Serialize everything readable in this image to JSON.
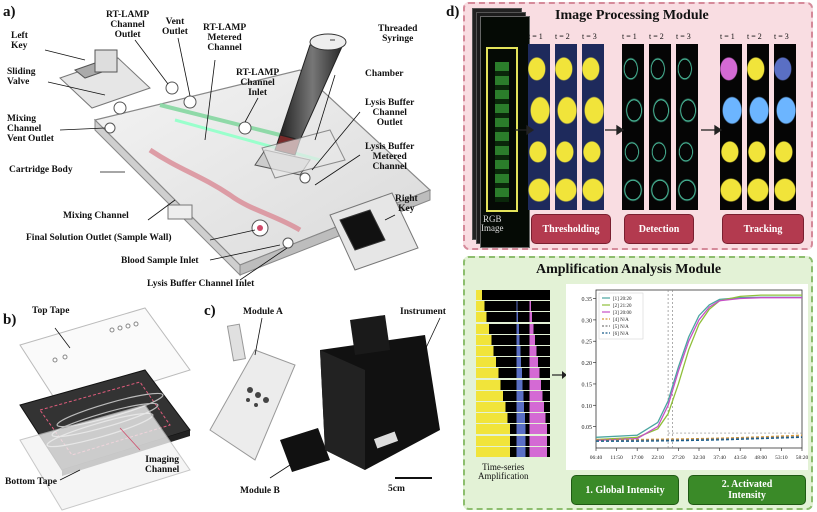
{
  "panel_a": {
    "label": "a)",
    "callouts": {
      "left_key": "Left\nKey",
      "rt_lamp_channel_outlet": "RT-LAMP\nChannel\nOutlet",
      "vent_outlet": "Vent\nOutlet",
      "rt_lamp_metered_channel": "RT-LAMP\nMetered\nChannel",
      "threaded_syringe": "Threaded\nSyringe",
      "sliding_valve": "Sliding\nValve",
      "chamber": "Chamber",
      "rt_lamp_channel_inlet": "RT-LAMP\nChannel\nInlet",
      "mixing_channel_vent_outlet": "Mixing\nChannel\nVent Outlet",
      "lysis_buffer_channel_outlet": "Lysis Buffer\nChannel\nOutlet",
      "lysis_buffer_metered_channel": "Lysis Buffer\nMetered\nChannel",
      "cartridge_body": "Cartridge Body",
      "mixing_channel": "Mixing Channel",
      "right_key": "Right\nKey",
      "final_solution_outlet": "Final Solution Outlet (Sample Wall)",
      "blood_sample_inlet": "Blood Sample Inlet",
      "lysis_buffer_channel_inlet": "Lysis Buffer Channel Inlet"
    }
  },
  "panel_b": {
    "label": "b)",
    "top_tape": "Top Tape",
    "bottom_tape": "Bottom Tape",
    "imaging_channel": "Imaging\nChannel"
  },
  "panel_c": {
    "label": "c)",
    "module_a": "Module A",
    "module_b": "Module B",
    "instrument": "Instrument",
    "scale_bar": "5cm"
  },
  "panel_d": {
    "label": "d)",
    "title": "Image Processing Module",
    "rgb_image": "RGB\nImage",
    "time_labels": [
      "t = 1",
      "t = 2",
      "t = 3"
    ],
    "steps": [
      "Thresholding",
      "Detection",
      "Tracking"
    ]
  },
  "amplification": {
    "title": "Amplification Analysis Module",
    "time_series_label": "Time-series\nAmplification",
    "buttons": [
      "1. Global Intensity",
      "2. Activated\nIntensity"
    ]
  },
  "chart_data": {
    "type": "line",
    "x_ticks": [
      "06:40",
      "11:50",
      "17:00",
      "22:10",
      "27:20",
      "32:30",
      "37:40",
      "43:50",
      "48:00",
      "53:10",
      "58:20"
    ],
    "y_ticks": [
      0.05,
      0.1,
      0.15,
      0.2,
      0.25,
      0.3,
      0.35
    ],
    "ylim": [
      0.0,
      0.37
    ],
    "xlim": [
      0,
      10
    ],
    "series": [
      {
        "name": "[1] 20:20",
        "color": "#4aa5a0",
        "style": "solid",
        "x": [
          0,
          2,
          3,
          3.5,
          4,
          4.5,
          5,
          5.5,
          6,
          7,
          8,
          9,
          10
        ],
        "y": [
          0.025,
          0.03,
          0.06,
          0.11,
          0.19,
          0.26,
          0.31,
          0.335,
          0.348,
          0.352,
          0.353,
          0.353,
          0.353
        ]
      },
      {
        "name": "[2] 21:20",
        "color": "#8fbf3a",
        "style": "solid",
        "x": [
          0,
          2,
          3,
          3.5,
          4,
          4.5,
          5,
          5.5,
          6,
          7,
          8,
          9,
          10
        ],
        "y": [
          0.02,
          0.025,
          0.045,
          0.08,
          0.15,
          0.23,
          0.29,
          0.325,
          0.345,
          0.355,
          0.358,
          0.358,
          0.358
        ]
      },
      {
        "name": "[3] 20:00",
        "color": "#c64fc6",
        "style": "solid",
        "x": [
          0,
          2,
          3,
          3.5,
          4,
          4.5,
          5,
          5.5,
          6,
          7,
          8,
          9,
          10
        ],
        "y": [
          0.018,
          0.022,
          0.05,
          0.1,
          0.18,
          0.25,
          0.3,
          0.33,
          0.345,
          0.35,
          0.352,
          0.352,
          0.352
        ]
      },
      {
        "name": "[4] N/A",
        "color": "#d79b3a",
        "style": "dashed",
        "x": [
          0,
          2,
          4,
          6,
          8,
          10
        ],
        "y": [
          0.02,
          0.02,
          0.021,
          0.023,
          0.026,
          0.03
        ]
      },
      {
        "name": "[5] N/A",
        "color": "#7a7a7a",
        "style": "dashed",
        "x": [
          0,
          2,
          4,
          6,
          8,
          10
        ],
        "y": [
          0.018,
          0.018,
          0.019,
          0.021,
          0.024,
          0.027
        ]
      },
      {
        "name": "[6] N/A",
        "color": "#1b5e8c",
        "style": "dashed",
        "x": [
          0,
          2,
          4,
          6,
          8,
          10
        ],
        "y": [
          0.016,
          0.016,
          0.017,
          0.019,
          0.022,
          0.025
        ]
      }
    ],
    "vlines": [
      3.5,
      3.72
    ],
    "hline": 0.035
  }
}
